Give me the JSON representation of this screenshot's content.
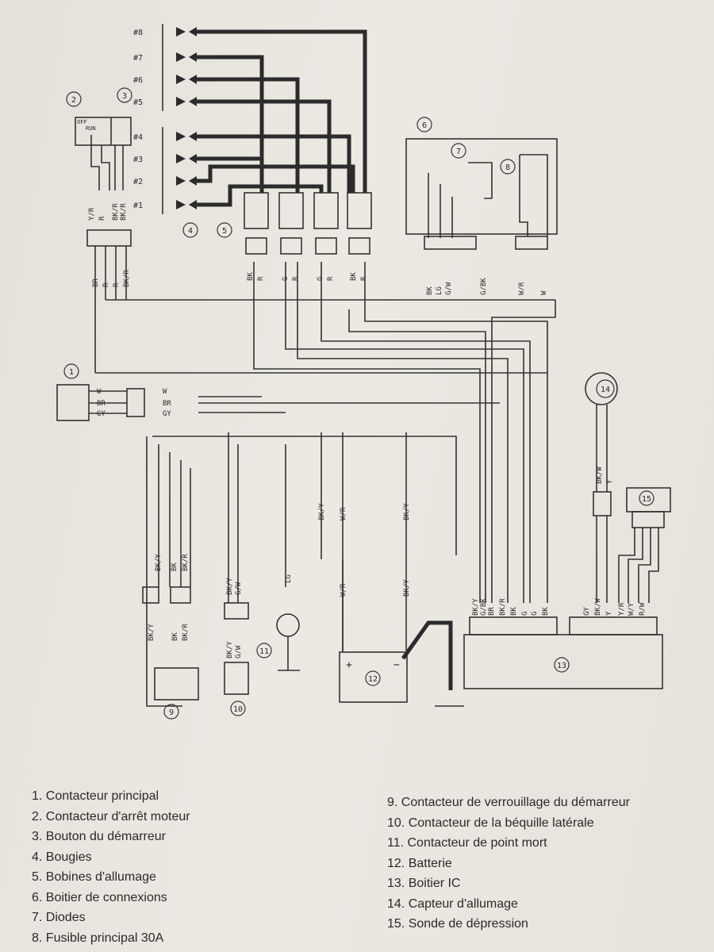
{
  "diagram": {
    "plug_labels": [
      "#8",
      "#7",
      "#6",
      "#5",
      "#4",
      "#3",
      "#2",
      "#1"
    ],
    "callouts": [
      "1",
      "2",
      "3",
      "4",
      "5",
      "6",
      "7",
      "8",
      "9",
      "10",
      "11",
      "12",
      "13",
      "14",
      "15"
    ],
    "switch_labels": {
      "off": "OFF",
      "run": "RUN"
    },
    "battery_signs": {
      "plus": "+",
      "minus": "−"
    },
    "wires": {
      "kill_switch_vertical": [
        "Y/R",
        "R",
        "BK/R",
        "BK/R"
      ],
      "kill_switch_lower": [
        "BR",
        "R",
        "R",
        "BK/R"
      ],
      "coil_pairs": [
        "BK",
        "R",
        "G",
        "R",
        "G",
        "R",
        "BK",
        "R"
      ],
      "junction_box": [
        "BK",
        "LG",
        "G/W",
        "G/BK",
        "W/R",
        "W"
      ],
      "main_switch_left": [
        "W",
        "BR",
        "GY"
      ],
      "main_switch_right": [
        "W",
        "BR",
        "GY"
      ],
      "mid_vertical": [
        "BK/Y",
        "W/R",
        "BK/Y"
      ],
      "starter_lockout_top": [
        "BK/Y",
        "BK",
        "BK/R"
      ],
      "starter_lockout_bottom": [
        "BK/Y",
        "BK",
        "BK/R"
      ],
      "side_stand_top": [
        "BK/Y",
        "G/W"
      ],
      "side_stand_bottom": [
        "BK/Y",
        "G/W"
      ],
      "neutral": [
        "LG"
      ],
      "battery_leads": [
        "W/R",
        "BK/Y"
      ],
      "ic_left": [
        "BK/Y",
        "G/BK",
        "BR",
        "BK/R",
        "BK",
        "G",
        "G",
        "BK"
      ],
      "ic_right": [
        "GY",
        "BK/W",
        "Y",
        "Y/R",
        "W/Y",
        "R/W"
      ],
      "pickup": [
        "BK/W",
        "Y"
      ]
    }
  },
  "legend": {
    "left": [
      "1. Contacteur principal",
      "2. Contacteur d'arrêt moteur",
      "3. Bouton du démarreur",
      "4. Bougies",
      "5. Bobines d'allumage",
      "6. Boitier de connexions",
      "7. Diodes",
      "8. Fusible principal 30A"
    ],
    "right": [
      "9. Contacteur de verrouillage du démarreur",
      "10. Contacteur de la béquille latérale",
      "11. Contacteur de point mort",
      "12. Batterie",
      "13. Boitier IC",
      "14. Capteur d'allumage",
      "15. Sonde de dépression"
    ]
  }
}
